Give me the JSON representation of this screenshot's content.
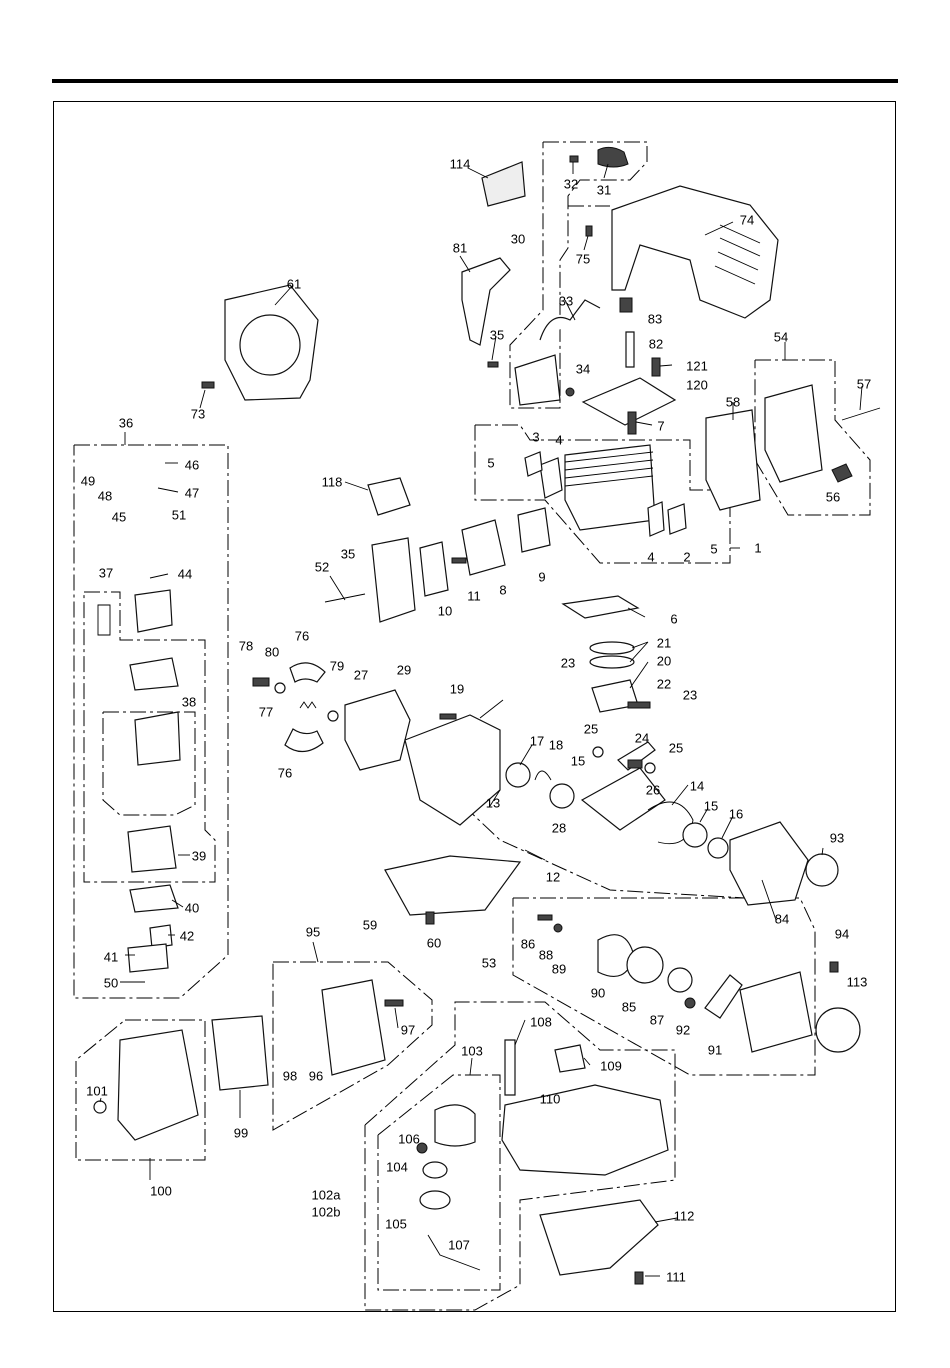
{
  "labels": [
    {
      "id": "114",
      "text": "114"
    },
    {
      "id": "32",
      "text": "32"
    },
    {
      "id": "31",
      "text": "31"
    },
    {
      "id": "30",
      "text": "30"
    },
    {
      "id": "74",
      "text": "74"
    },
    {
      "id": "75",
      "text": "75"
    },
    {
      "id": "81",
      "text": "81"
    },
    {
      "id": "61",
      "text": "61"
    },
    {
      "id": "33",
      "text": "33"
    },
    {
      "id": "83",
      "text": "83"
    },
    {
      "id": "35a",
      "text": "35"
    },
    {
      "id": "82",
      "text": "82"
    },
    {
      "id": "121",
      "text": "121"
    },
    {
      "id": "54",
      "text": "54"
    },
    {
      "id": "34",
      "text": "34"
    },
    {
      "id": "120",
      "text": "120"
    },
    {
      "id": "57",
      "text": "57"
    },
    {
      "id": "73",
      "text": "73"
    },
    {
      "id": "36",
      "text": "36"
    },
    {
      "id": "7",
      "text": "7"
    },
    {
      "id": "58",
      "text": "58"
    },
    {
      "id": "3",
      "text": "3"
    },
    {
      "id": "4a",
      "text": "4"
    },
    {
      "id": "5a",
      "text": "5"
    },
    {
      "id": "46",
      "text": "46"
    },
    {
      "id": "49",
      "text": "49"
    },
    {
      "id": "48",
      "text": "48"
    },
    {
      "id": "47",
      "text": "47"
    },
    {
      "id": "118",
      "text": "118"
    },
    {
      "id": "56",
      "text": "56"
    },
    {
      "id": "45",
      "text": "45"
    },
    {
      "id": "51",
      "text": "51"
    },
    {
      "id": "35b",
      "text": "35"
    },
    {
      "id": "5b",
      "text": "5"
    },
    {
      "id": "1",
      "text": "1"
    },
    {
      "id": "4b",
      "text": "4"
    },
    {
      "id": "2",
      "text": "2"
    },
    {
      "id": "44",
      "text": "44"
    },
    {
      "id": "52",
      "text": "52"
    },
    {
      "id": "9",
      "text": "9"
    },
    {
      "id": "11",
      "text": "11"
    },
    {
      "id": "8",
      "text": "8"
    },
    {
      "id": "10",
      "text": "10"
    },
    {
      "id": "37",
      "text": "37"
    },
    {
      "id": "6",
      "text": "6"
    },
    {
      "id": "76a",
      "text": "76"
    },
    {
      "id": "21",
      "text": "21"
    },
    {
      "id": "78",
      "text": "78"
    },
    {
      "id": "80",
      "text": "80"
    },
    {
      "id": "79",
      "text": "79"
    },
    {
      "id": "27",
      "text": "27"
    },
    {
      "id": "29",
      "text": "29"
    },
    {
      "id": "23a",
      "text": "23"
    },
    {
      "id": "20",
      "text": "20"
    },
    {
      "id": "38",
      "text": "38"
    },
    {
      "id": "22",
      "text": "22"
    },
    {
      "id": "23b",
      "text": "23"
    },
    {
      "id": "19",
      "text": "19"
    },
    {
      "id": "77",
      "text": "77"
    },
    {
      "id": "25a",
      "text": "25"
    },
    {
      "id": "24",
      "text": "24"
    },
    {
      "id": "25b",
      "text": "25"
    },
    {
      "id": "17",
      "text": "17"
    },
    {
      "id": "18",
      "text": "18"
    },
    {
      "id": "76b",
      "text": "76"
    },
    {
      "id": "15a",
      "text": "15"
    },
    {
      "id": "14",
      "text": "14"
    },
    {
      "id": "26",
      "text": "26"
    },
    {
      "id": "13",
      "text": "13"
    },
    {
      "id": "15b",
      "text": "15"
    },
    {
      "id": "16",
      "text": "16"
    },
    {
      "id": "28",
      "text": "28"
    },
    {
      "id": "93",
      "text": "93"
    },
    {
      "id": "39",
      "text": "39"
    },
    {
      "id": "12",
      "text": "12"
    },
    {
      "id": "40",
      "text": "40"
    },
    {
      "id": "59",
      "text": "59"
    },
    {
      "id": "84",
      "text": "84"
    },
    {
      "id": "60",
      "text": "60"
    },
    {
      "id": "86",
      "text": "86"
    },
    {
      "id": "42",
      "text": "42"
    },
    {
      "id": "95",
      "text": "95"
    },
    {
      "id": "94",
      "text": "94"
    },
    {
      "id": "88",
      "text": "88"
    },
    {
      "id": "41",
      "text": "41"
    },
    {
      "id": "89",
      "text": "89"
    },
    {
      "id": "53",
      "text": "53"
    },
    {
      "id": "50",
      "text": "50"
    },
    {
      "id": "113",
      "text": "113"
    },
    {
      "id": "90",
      "text": "90"
    },
    {
      "id": "85",
      "text": "85"
    },
    {
      "id": "87",
      "text": "87"
    },
    {
      "id": "97",
      "text": "97"
    },
    {
      "id": "92",
      "text": "92"
    },
    {
      "id": "108",
      "text": "108"
    },
    {
      "id": "91",
      "text": "91"
    },
    {
      "id": "103",
      "text": "103"
    },
    {
      "id": "109",
      "text": "109"
    },
    {
      "id": "98",
      "text": "98"
    },
    {
      "id": "96",
      "text": "96"
    },
    {
      "id": "101",
      "text": "101"
    },
    {
      "id": "110",
      "text": "110"
    },
    {
      "id": "99",
      "text": "99"
    },
    {
      "id": "106",
      "text": "106"
    },
    {
      "id": "104",
      "text": "104"
    },
    {
      "id": "100",
      "text": "100"
    },
    {
      "id": "102a",
      "text": "102a"
    },
    {
      "id": "102b",
      "text": "102b"
    },
    {
      "id": "112",
      "text": "112"
    },
    {
      "id": "105",
      "text": "105"
    },
    {
      "id": "107",
      "text": "107"
    },
    {
      "id": "111",
      "text": "111"
    }
  ]
}
